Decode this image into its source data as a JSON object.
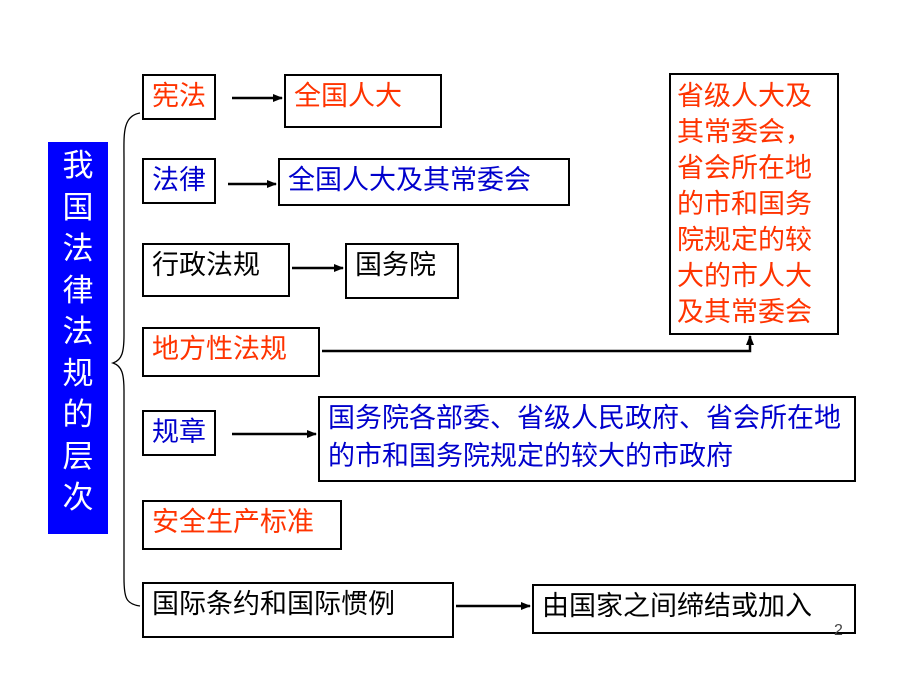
{
  "title_chars": [
    "我",
    "国",
    "法",
    "律",
    "法",
    "规",
    "的",
    "层",
    "次"
  ],
  "rows": [
    {
      "label": "宪法",
      "label_color": "red",
      "target": "全国人大",
      "target_color": "red"
    },
    {
      "label": "法律",
      "label_color": "blue",
      "target": "全国人大及其常委会",
      "target_color": "blue"
    },
    {
      "label": "行政法规",
      "label_color": "black",
      "target": "国务院",
      "target_color": "black"
    },
    {
      "label": "地方性法规",
      "label_color": "red",
      "target": "省级人大及其常委会，省会所在地的市和国务院规定的较大的市人大及其常委会",
      "target_color": "red"
    },
    {
      "label": "规章",
      "label_color": "blue",
      "target": "国务院各部委、省级人民政府、省会所在地的市和国务院规定的较大的市政府",
      "target_color": "blue"
    },
    {
      "label": "安全生产标准",
      "label_color": "red"
    },
    {
      "label": "国际条约和国际惯例",
      "label_color": "black",
      "target": "由国家之间缔结或加入",
      "target_color": "black"
    }
  ],
  "colors": {
    "red": "#ff3300",
    "blue": "#0000cc",
    "black": "#000000",
    "title_bg": "#0000ff"
  },
  "page_number": "2"
}
